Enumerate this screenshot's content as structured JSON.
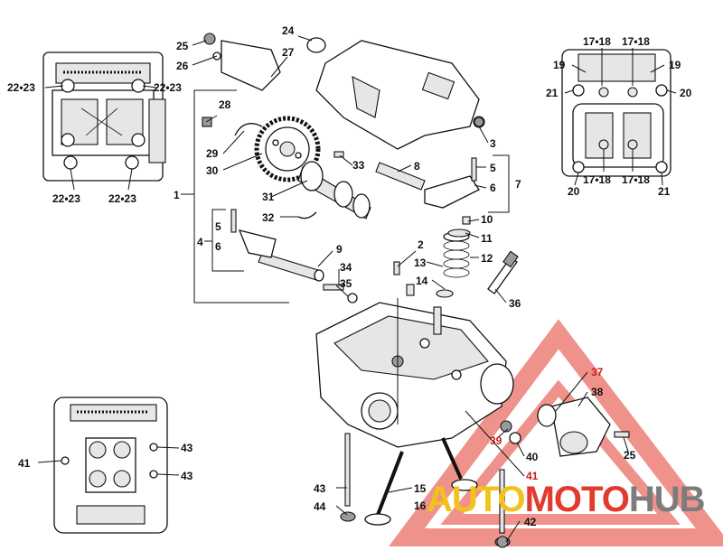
{
  "diagram": {
    "callouts": [
      {
        "id": "c1",
        "text": "1"
      },
      {
        "id": "c2",
        "text": "2"
      },
      {
        "id": "c3",
        "text": "3"
      },
      {
        "id": "c4",
        "text": "4"
      },
      {
        "id": "c5a",
        "text": "5"
      },
      {
        "id": "c5b",
        "text": "5"
      },
      {
        "id": "c6a",
        "text": "6"
      },
      {
        "id": "c6b",
        "text": "6"
      },
      {
        "id": "c7",
        "text": "7"
      },
      {
        "id": "c8",
        "text": "8"
      },
      {
        "id": "c9",
        "text": "9"
      },
      {
        "id": "c10",
        "text": "10"
      },
      {
        "id": "c11",
        "text": "11"
      },
      {
        "id": "c12",
        "text": "12"
      },
      {
        "id": "c13",
        "text": "13"
      },
      {
        "id": "c14",
        "text": "14"
      },
      {
        "id": "c15",
        "text": "15"
      },
      {
        "id": "c16",
        "text": "16"
      },
      {
        "id": "c24",
        "text": "24"
      },
      {
        "id": "c25a",
        "text": "25"
      },
      {
        "id": "c25b",
        "text": "25"
      },
      {
        "id": "c26",
        "text": "26"
      },
      {
        "id": "c27",
        "text": "27"
      },
      {
        "id": "c28",
        "text": "28"
      },
      {
        "id": "c29",
        "text": "29"
      },
      {
        "id": "c30",
        "text": "30"
      },
      {
        "id": "c31",
        "text": "31"
      },
      {
        "id": "c32",
        "text": "32"
      },
      {
        "id": "c33",
        "text": "33"
      },
      {
        "id": "c34",
        "text": "34"
      },
      {
        "id": "c35",
        "text": "35"
      },
      {
        "id": "c36",
        "text": "36"
      },
      {
        "id": "c37",
        "text": "37"
      },
      {
        "id": "c38",
        "text": "38"
      },
      {
        "id": "c39",
        "text": "39"
      },
      {
        "id": "c40",
        "text": "40"
      },
      {
        "id": "c41",
        "text": "41"
      },
      {
        "id": "c41b",
        "text": "41"
      },
      {
        "id": "c42",
        "text": "42"
      },
      {
        "id": "c43a",
        "text": "43"
      },
      {
        "id": "c43b",
        "text": "43"
      },
      {
        "id": "c43c",
        "text": "43"
      },
      {
        "id": "c44",
        "text": "44"
      },
      {
        "id": "c2223a",
        "text": "22•23"
      },
      {
        "id": "c2223b",
        "text": "22•23"
      },
      {
        "id": "c2223c",
        "text": "22•23"
      },
      {
        "id": "c2223d",
        "text": "22•23"
      },
      {
        "id": "c1718a",
        "text": "17•18"
      },
      {
        "id": "c1718b",
        "text": "17•18"
      },
      {
        "id": "c1718c",
        "text": "17•18"
      },
      {
        "id": "c1718d",
        "text": "17•18"
      },
      {
        "id": "c19a",
        "text": "19"
      },
      {
        "id": "c19b",
        "text": "19"
      },
      {
        "id": "c20a",
        "text": "20"
      },
      {
        "id": "c20b",
        "text": "20"
      },
      {
        "id": "c21a",
        "text": "21"
      },
      {
        "id": "c21b",
        "text": "21"
      }
    ]
  },
  "watermark": {
    "part1": "AUTO",
    "part2": "MOTO",
    "part3": "HUB",
    "colors": {
      "yellow": "#f2c21b",
      "red": "#e23a2e",
      "gray": "#7c7c7c"
    }
  }
}
